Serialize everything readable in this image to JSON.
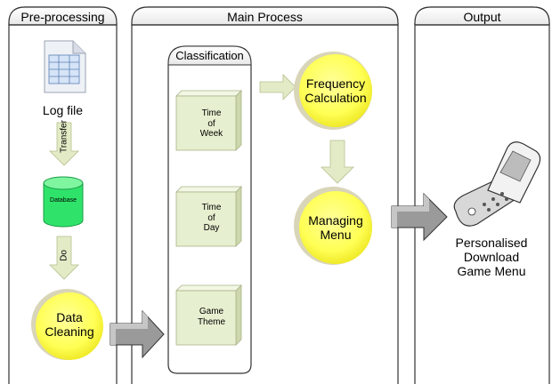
{
  "panels": {
    "preprocessing": "Pre-processing",
    "main": "Main Process",
    "output": "Output"
  },
  "classification": {
    "title": "Classification",
    "boxes": [
      {
        "line1": "Time",
        "line2": "of",
        "line3": "Week"
      },
      {
        "line1": "Time",
        "line2": "of",
        "line3": "Day"
      },
      {
        "line1": "Game",
        "line2": "Theme"
      }
    ]
  },
  "preprocessing": {
    "log_file": "Log file",
    "transfer": "Transfer",
    "database": "Database",
    "do": "Do",
    "data_cleaning": {
      "line1": "Data",
      "line2": "Cleaning"
    }
  },
  "main": {
    "frequency": {
      "line1": "Frequency",
      "line2": "Calculation"
    },
    "managing": {
      "line1": "Managing",
      "line2": "Menu"
    }
  },
  "output": {
    "line1": "Personalised",
    "line2": "Download",
    "line3": "Game Menu"
  },
  "colors": {
    "circle_fill": "#ffff66",
    "box_fill": "#e6efcf",
    "arrow_fill": "#e2ebc6",
    "big_arrow": "#999999",
    "panel_stroke": "#333333"
  }
}
